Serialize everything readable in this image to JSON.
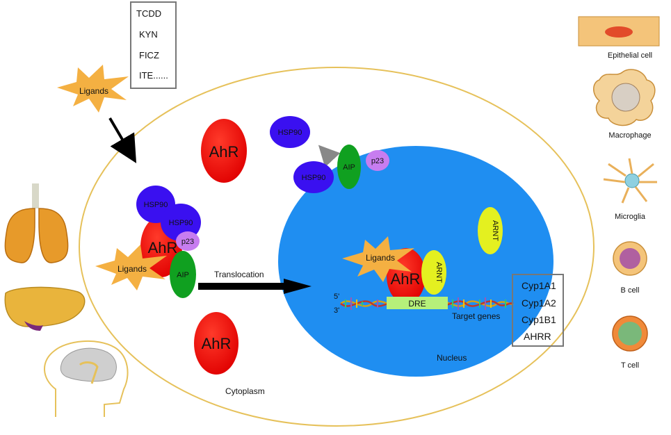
{
  "ligand_list": [
    "TCDD",
    "KYN",
    "FICZ",
    "ITE......"
  ],
  "labels": {
    "ligands": "Ligands",
    "translocation": "Translocation",
    "cytoplasm": "Cytoplasm",
    "nucleus": "Nucleus",
    "dre": "DRE",
    "target_genes": "Target genes",
    "five_prime": "5'",
    "three_prime": "3'"
  },
  "proteins": {
    "ahr": "AhR",
    "hsp90": "HSP90",
    "aip": "AIP",
    "p23": "p23",
    "arnt": "ARNT"
  },
  "target_genes": [
    "Cyp1A1",
    "Cyp1A2",
    "Cyp1B1",
    "AHRR"
  ],
  "cell_types": [
    "Epithelial cell",
    "Macrophage",
    "Microglia",
    "B cell",
    "T cell"
  ],
  "colors": {
    "cell_border": "#e6c15a",
    "nucleus": "#1f8ef1",
    "ahr": "#f01010",
    "hsp90": "#3a10f0",
    "aip": "#10a020",
    "p23": "#c77df0",
    "arnt": "#e4f020",
    "ligand_burst": "#f4b042",
    "dre": "#b6f07a"
  }
}
